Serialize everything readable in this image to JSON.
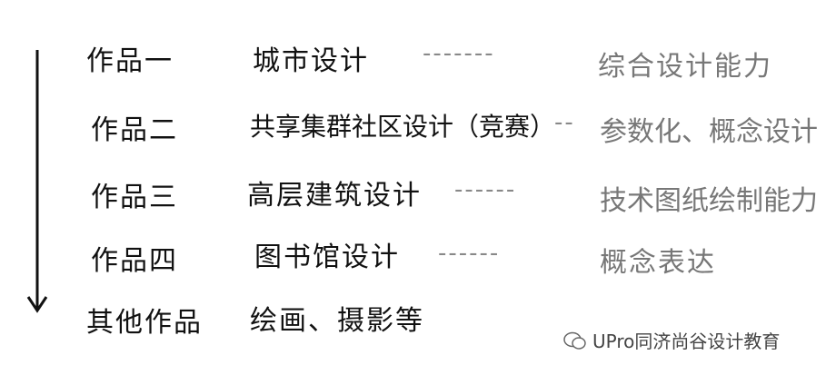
{
  "rows": [
    {
      "work": "作品一",
      "project": "城市设计",
      "connector": "-------",
      "skill": "综合设计能力"
    },
    {
      "work": "作品二",
      "project": "共享集群社区设计（竞赛）",
      "connector": "--",
      "skill": "参数化、概念设计"
    },
    {
      "work": "作品三",
      "project": "高层建筑设计",
      "connector": "------",
      "skill": "技术图纸绘制能力"
    },
    {
      "work": "作品四",
      "project": "图书馆设计",
      "connector": "------",
      "skill": "概念表达"
    },
    {
      "work": "其他作品",
      "project": "绘画、摄影等"
    }
  ],
  "watermark": "UPro同济尚谷设计教育"
}
